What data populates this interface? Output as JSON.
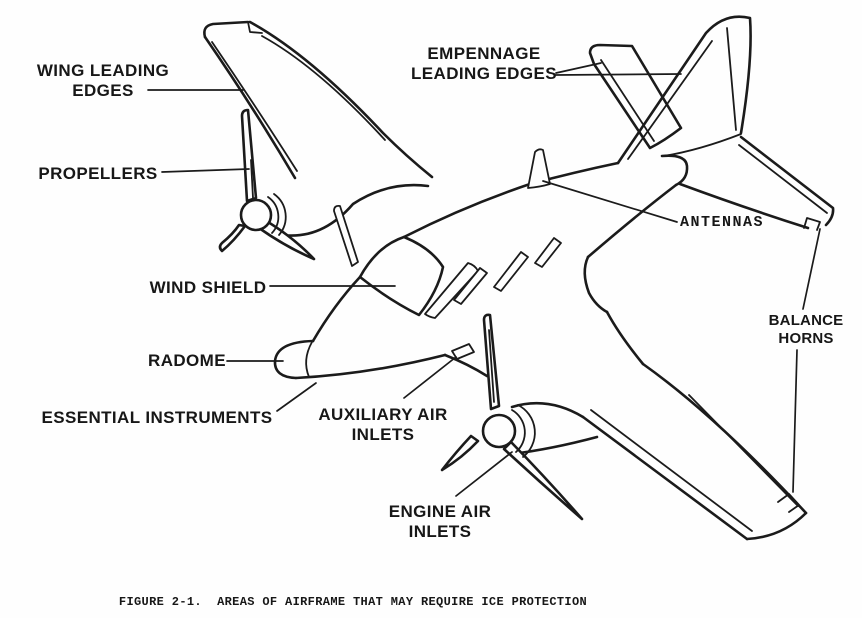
{
  "figure": {
    "caption": "FIGURE 2-1.  AREAS OF AIRFRAME THAT MAY REQUIRE ICE PROTECTION",
    "figure_number": "2-1",
    "subject": "Areas of airframe that may require ice protection"
  },
  "labels": {
    "wing_leading_edges": {
      "line1": "WING LEADING",
      "line2": "EDGES"
    },
    "propellers": {
      "line1": "PROPELLERS"
    },
    "wind_shield": {
      "line1": "WIND SHIELD"
    },
    "radome": {
      "line1": "RADOME"
    },
    "essential_instruments": {
      "line1": "ESSENTIAL INSTRUMENTS"
    },
    "auxiliary_air_inlets": {
      "line1": "AUXILIARY AIR",
      "line2": "INLETS"
    },
    "engine_air_inlets": {
      "line1": "ENGINE AIR",
      "line2": "INLETS"
    },
    "empennage_leading_edges": {
      "line1": "EMPENNAGE",
      "line2": "LEADING EDGES"
    },
    "antennas": {
      "line1": "ANTENNAS"
    },
    "balance_horns": {
      "line1": "BALANCE",
      "line2": "HORNS"
    }
  },
  "colors": {
    "ink": "#1b1b1b",
    "paper": "#fefefe"
  }
}
